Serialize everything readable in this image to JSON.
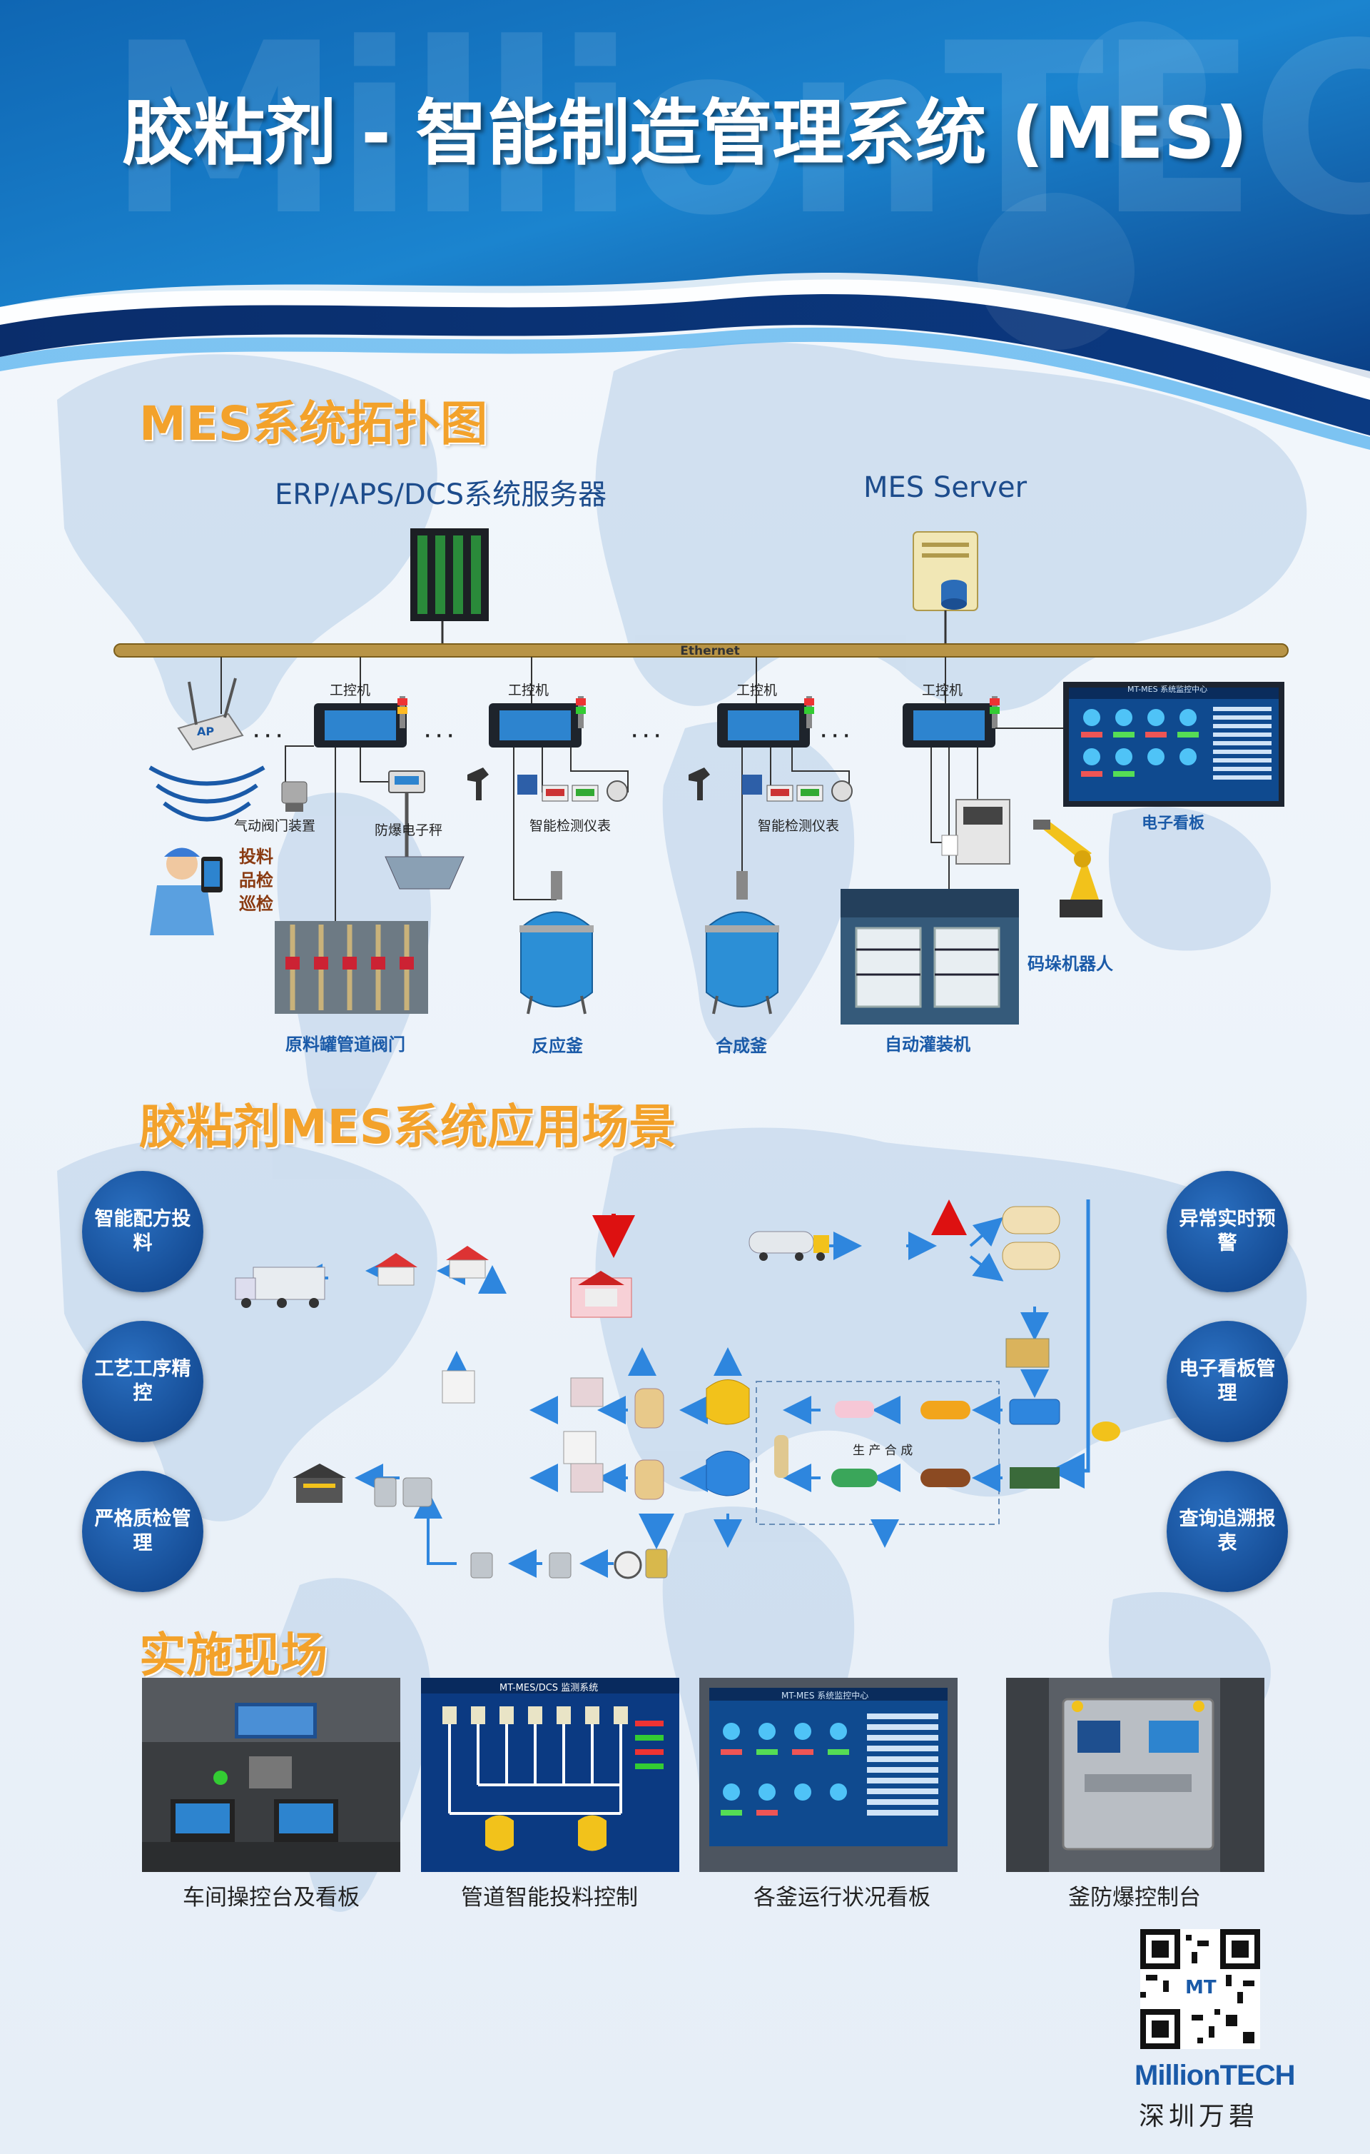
{
  "header": {
    "watermark": "MillionTECH",
    "title": "胶粘剂 - 智能制造管理系统 (MES)"
  },
  "sections": {
    "topology": "MES系统拓扑图",
    "scenarios": "胶粘剂MES系统应用场景",
    "site": "实施现场"
  },
  "topology": {
    "erp_label": "ERP/APS/DCS系统服务器",
    "mes_label": "MES Server",
    "bus_label": "Ethernet",
    "ipc_label": "工控机",
    "ellipsis": "· · ·",
    "ap_label": "AP",
    "labels": {
      "valve_device": "气动阀门装置",
      "scale": "防爆电子秤",
      "meters_1": "智能检测仪表",
      "meters_2": "智能检测仪表",
      "board": "电子看板",
      "robot": "码垛机器人",
      "pipe_valves": "原料罐管道阀门",
      "reactor": "反应釜",
      "synth": "合成釜",
      "filler": "自动灌装机"
    },
    "pda_actions": [
      "投料",
      "品检",
      "巡检"
    ],
    "dashboard_title": "MT-MES 系统监控中心"
  },
  "scenarios": {
    "left_circles": [
      "智能配方投料",
      "工艺工序精控",
      "严格质检管理"
    ],
    "right_circles": [
      "异常实时预警",
      "电子看板管理",
      "查询追溯报表"
    ],
    "center_label": "生 产 合 成"
  },
  "site": {
    "captions": [
      "车间操控台及看板",
      "管道智能投料控制",
      "各釜运行状况看板",
      "釜防爆控制台"
    ],
    "screen2_title": "MT-MES/DCS 监测系统",
    "screen3_title": "MT-MES 系统监控中心"
  },
  "brand": {
    "qr_mark": "MT",
    "name": "MillionTECH",
    "cn": "深圳万碧"
  },
  "colors": {
    "accent_orange": "#f3a22b",
    "navy": "#0d3f85",
    "label_blue": "#1a5aa8"
  }
}
